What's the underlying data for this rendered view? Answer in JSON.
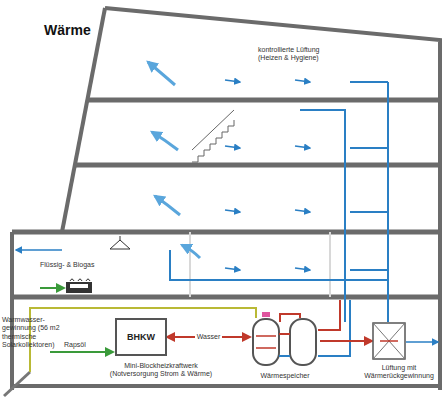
{
  "diagram": {
    "title": "Wärme",
    "nodes": [
      {
        "text": [
          "BHKW",
          "Mini-Blockheizkraftwerk (Notversorgung Strom & Wärme)"
        ]
      },
      {
        "text": [
          "Wärmespeicher"
        ]
      },
      {
        "text": [
          "Lüftung mit Wärmerückgewinnung"
        ]
      }
    ],
    "edges": [
      {
        "from": 0,
        "to": 1,
        "label": "Wasser",
        "arrow": "both"
      },
      {
        "from": 1,
        "to": 2,
        "arrow": "to"
      }
    ],
    "labels": [
      "kontrollierte Lüftung (Heizen & Hygiene)",
      "Flüssig- & Biogas",
      "Warmwasser-gewinnung (56 m2 thermische Solarkollektoren)",
      "Rapsöl"
    ]
  }
}
